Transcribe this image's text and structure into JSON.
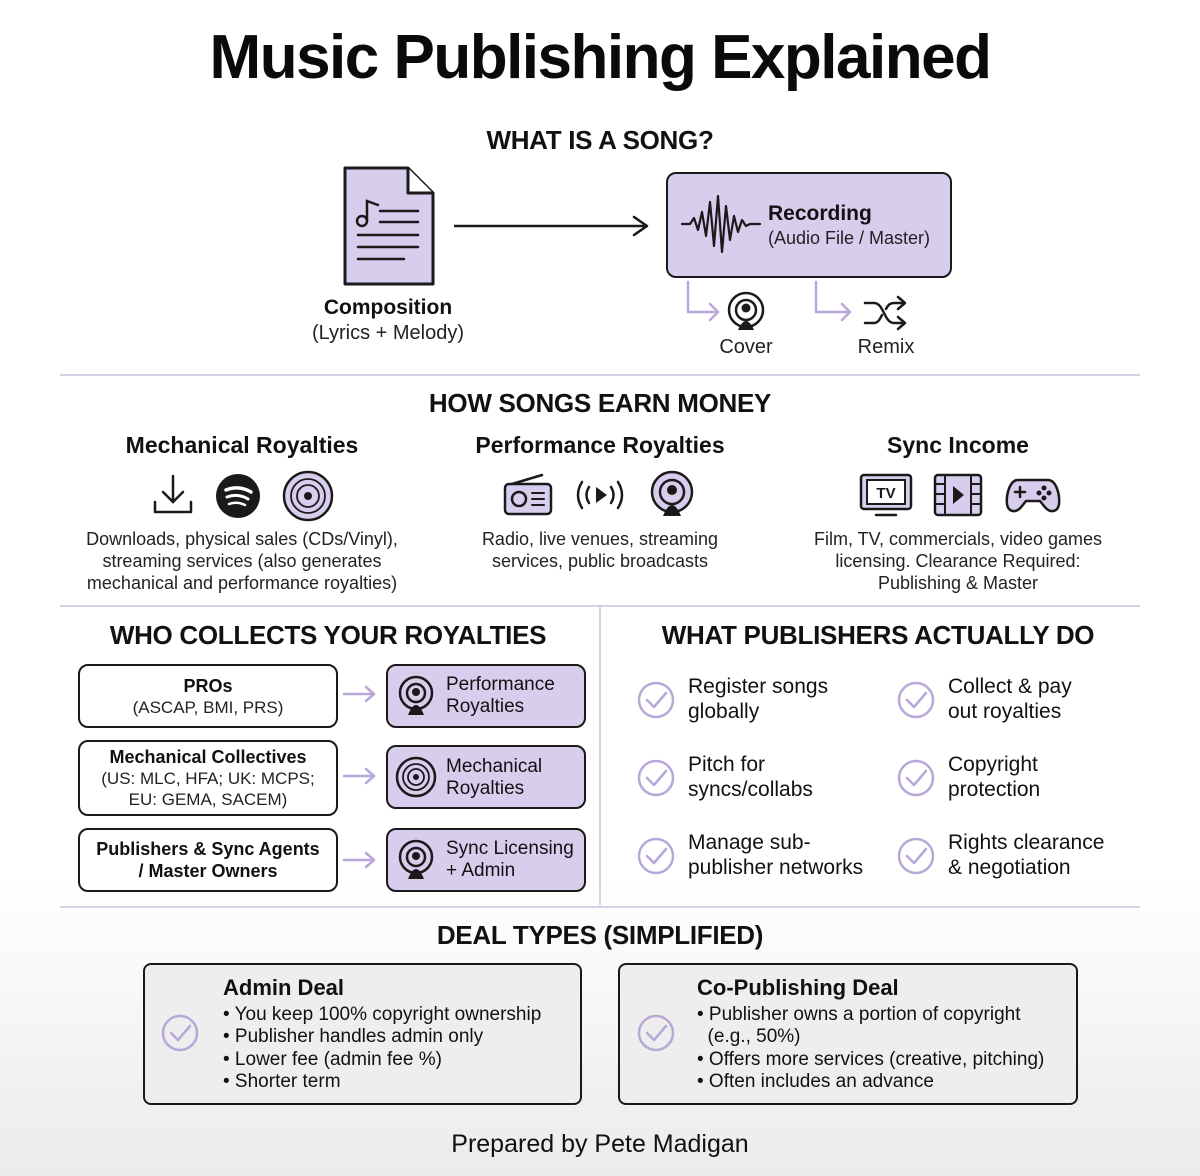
{
  "title": "Music Publishing Explained",
  "song": {
    "heading": "WHAT IS A SONG?",
    "composition_title": "Composition",
    "composition_sub": "(Lyrics + Melody)",
    "recording_title": "Recording",
    "recording_sub": "(Audio File / Master)",
    "cover_label": "Cover",
    "remix_label": "Remix"
  },
  "earn": {
    "heading": "HOW SONGS EARN MONEY",
    "columns": [
      {
        "title": "Mechanical Royalties",
        "desc": [
          "Downloads, physical sales (CDs/Vinyl),",
          "streaming services (also generates",
          "mechanical and performance royalties)"
        ]
      },
      {
        "title": "Performance Royalties",
        "desc": [
          "Radio, live venues, streaming",
          "services, public broadcasts"
        ]
      },
      {
        "title": "Sync Income",
        "desc": [
          "Film, TV, commercials, video games",
          "licensing. Clearance Required:",
          "Publishing & Master"
        ]
      }
    ],
    "tv_label": "TV"
  },
  "collects": {
    "heading": "WHO COLLECTS YOUR ROYALTIES",
    "rows": [
      {
        "name": [
          "PROs"
        ],
        "sub": [
          "(ASCAP, BMI, PRS)"
        ],
        "royalty": [
          "Performance",
          "Royalties"
        ]
      },
      {
        "name": [
          "Mechanical Collectives"
        ],
        "sub": [
          "(US: MLC, HFA; UK: MCPS;",
          "EU: GEMA, SACEM)"
        ],
        "royalty": [
          "Mechanical",
          "Royalties"
        ]
      },
      {
        "name": [
          "Publishers & Sync Agents",
          "/ Master Owners"
        ],
        "sub": [],
        "royalty": [
          "Sync Licensing",
          "+ Admin"
        ]
      }
    ]
  },
  "publishers": {
    "heading": "WHAT PUBLISHERS ACTUALLY DO",
    "tasks": [
      [
        "Register songs",
        "globally"
      ],
      [
        "Collect & pay",
        "out royalties"
      ],
      [
        "Pitch for",
        "syncs/collabs"
      ],
      [
        "Copyright",
        "protection"
      ],
      [
        "Manage sub-",
        "publisher networks"
      ],
      [
        "Rights clearance",
        "& negotiation"
      ]
    ]
  },
  "deals": {
    "heading": "DEAL TYPES (SIMPLIFIED)",
    "items": [
      {
        "title": "Admin Deal",
        "points": [
          "• You keep 100% copyright ownership",
          "• Publisher handles admin only",
          "• Lower fee (admin fee %)",
          "• Shorter term"
        ]
      },
      {
        "title": "Co-Publishing Deal",
        "points": [
          "• Publisher owns a portion of copyright",
          "  (e.g., 50%)",
          "• Offers more services (creative, pitching)",
          "• Often includes an advance"
        ]
      }
    ]
  },
  "footer": "Prepared by Pete Madigan",
  "colors": {
    "accent_purple": "#d9cdee",
    "divider": "#d8d0e6",
    "check": "#b8a7d8"
  }
}
